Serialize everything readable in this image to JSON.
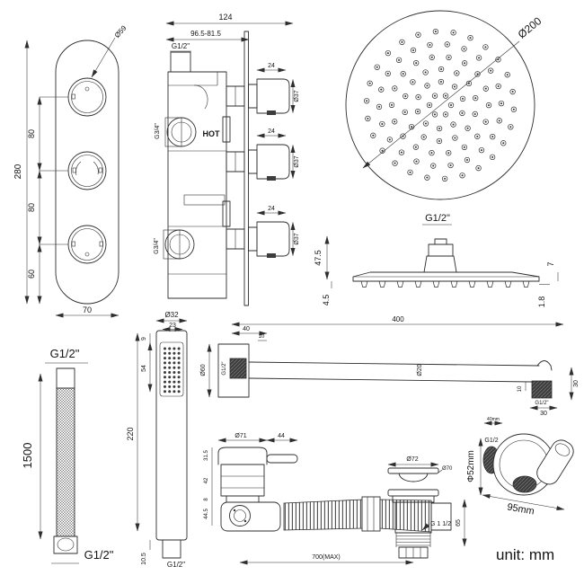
{
  "unit_note": "unit: mm",
  "trim_plate": {
    "knob_diameter": "Ø59",
    "height": "280",
    "spacing_top": "80",
    "spacing_mid": "80",
    "spacing_bottom": "60",
    "width": "70"
  },
  "valve": {
    "width": "124",
    "depth_range": "96.5-81.5",
    "outlet_thread": "G1/2\"",
    "hot": "HOT",
    "inlet_thread": "G3/4\"",
    "knob_depth": "24",
    "knob_diameter": "Ø37"
  },
  "head_top": {
    "diameter": "Ø200",
    "rings": [
      {
        "r": 12,
        "n": 6
      },
      {
        "r": 26,
        "n": 10
      },
      {
        "r": 40,
        "n": 14
      },
      {
        "r": 54,
        "n": 18
      },
      {
        "r": 68,
        "n": 22
      },
      {
        "r": 82,
        "n": 26
      }
    ]
  },
  "head_side": {
    "thread": "G1/2\"",
    "height": "47.5",
    "nozzle_height": "4.5",
    "edge": "7",
    "rim": "1.8",
    "nozzle_count": 10
  },
  "hose": {
    "top_thread": "G1/2\"",
    "length": "1500",
    "bottom_thread": "G1/2\""
  },
  "handset": {
    "diameter": "Ø32",
    "face_width": "23",
    "top_offset": "9",
    "face_length": "54",
    "length": "220",
    "fitting": "10.5",
    "thread": "G1/2\"",
    "dot_cols": 4,
    "dot_rows": 10
  },
  "arm": {
    "length": "400",
    "wall_offset": "40",
    "thread_len_left": "10",
    "flange_diameter": "Ø60",
    "thread_left": "G1/2\"",
    "tube_diameter": "Ø20",
    "thread_len_right": "10",
    "thread_right": "G1/2\"",
    "end_width": "30",
    "end_height": "30"
  },
  "waste": {
    "overflow_diameter": "Ø71",
    "lever_length": "44",
    "dim1": "31.5",
    "dim2": "42",
    "dim3": "8",
    "dim4": "44.5",
    "drain_cap_diameter": "Ø72",
    "drain_cap_outer": "Ø70",
    "tail_thread": "G 1 1/2",
    "tail_height": "65",
    "hose_length": "700(MAX)"
  },
  "holder": {
    "hole": "40mm",
    "thread": "G1/2",
    "diameter": "Φ52mm",
    "length": "95mm"
  }
}
